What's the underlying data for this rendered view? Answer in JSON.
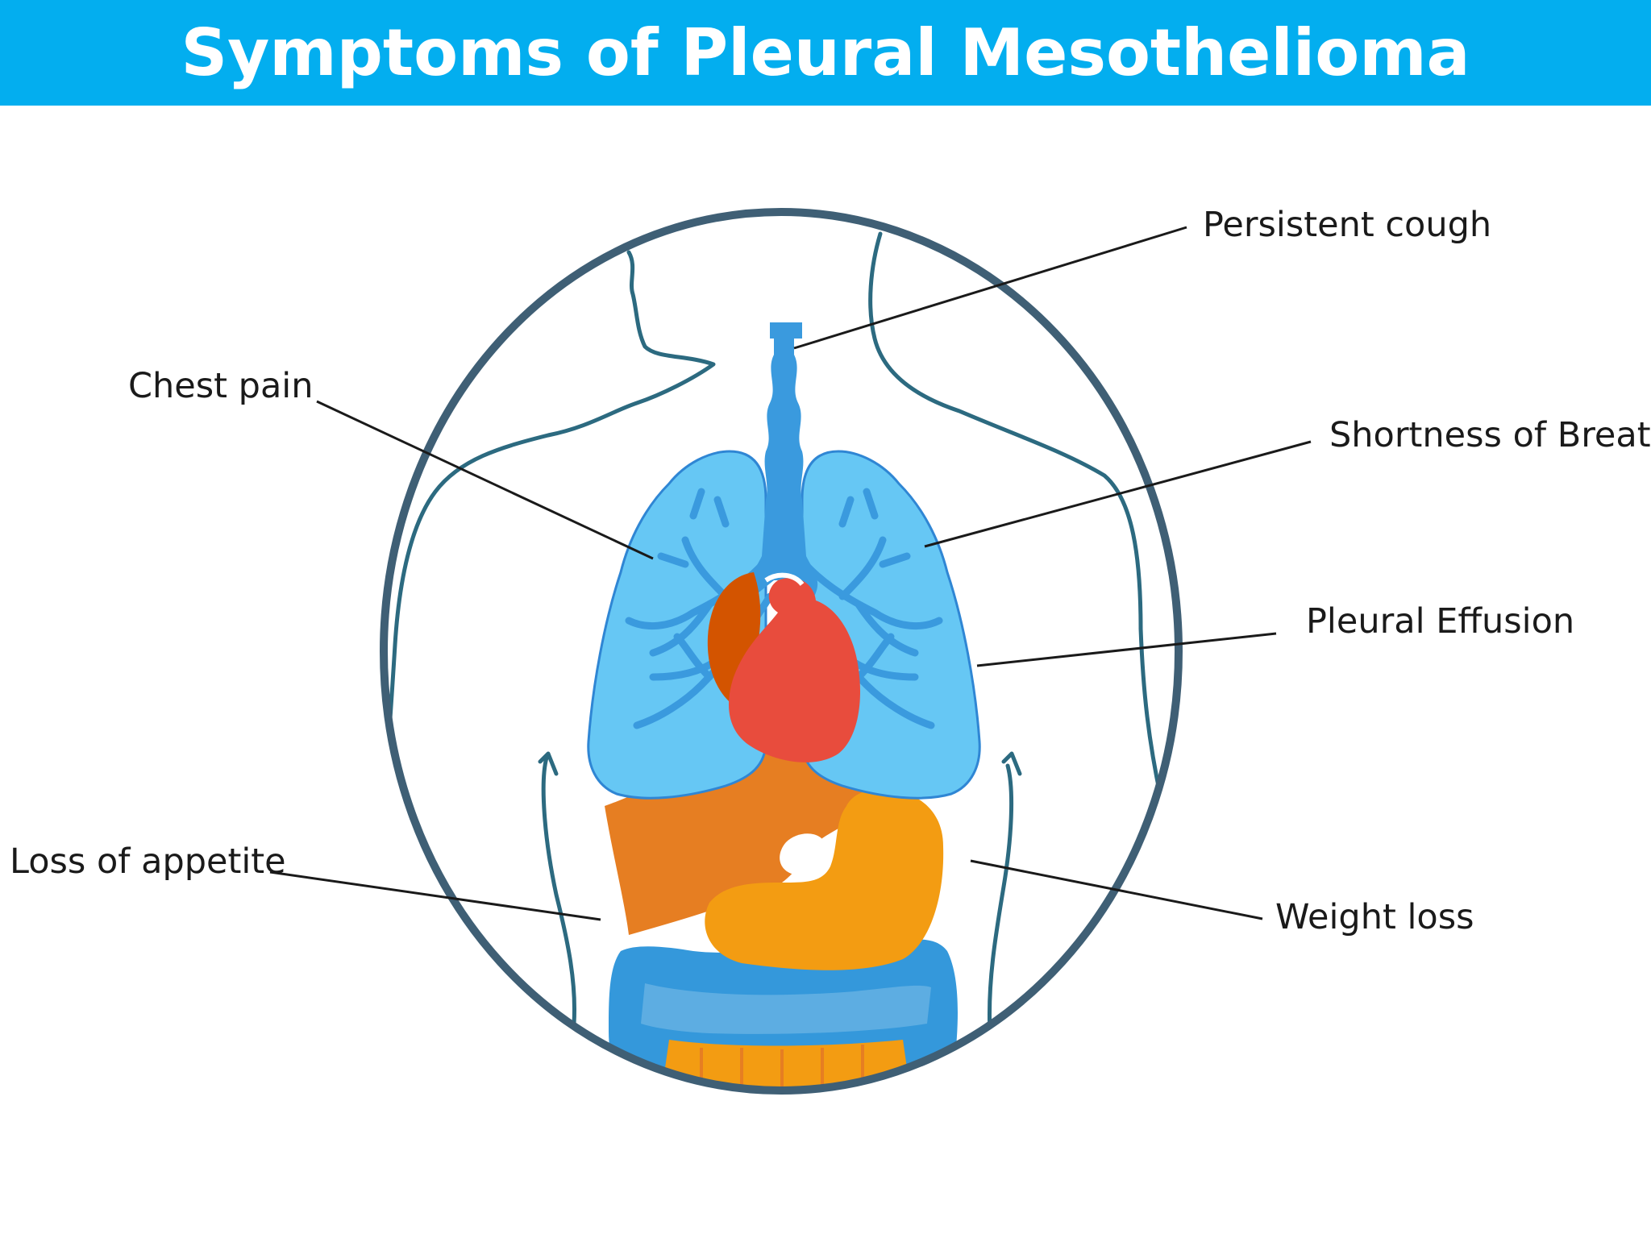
{
  "title": "Symptoms of Pleural Mesothelioma",
  "labels": {
    "persistent_cough": "Persistent cough",
    "chest_pain": "Chest pain",
    "shortness_of_breath": "Shortness of Breath",
    "pleural_effusion": "Pleural Effusion",
    "loss_of_appetite": "Loss of appetite",
    "weight_loss": "Weight loss"
  },
  "colors": {
    "header": "#03aeef",
    "outline": "#3f5f75",
    "lungs": "#66c7f4",
    "airways": "#3a9ade",
    "heart": "#e84c3d",
    "heart_dark": "#d35400",
    "liver": "#e67e22",
    "stomach": "#f39c12",
    "intestine": "#3498db",
    "body_line": "#2c6a80"
  }
}
